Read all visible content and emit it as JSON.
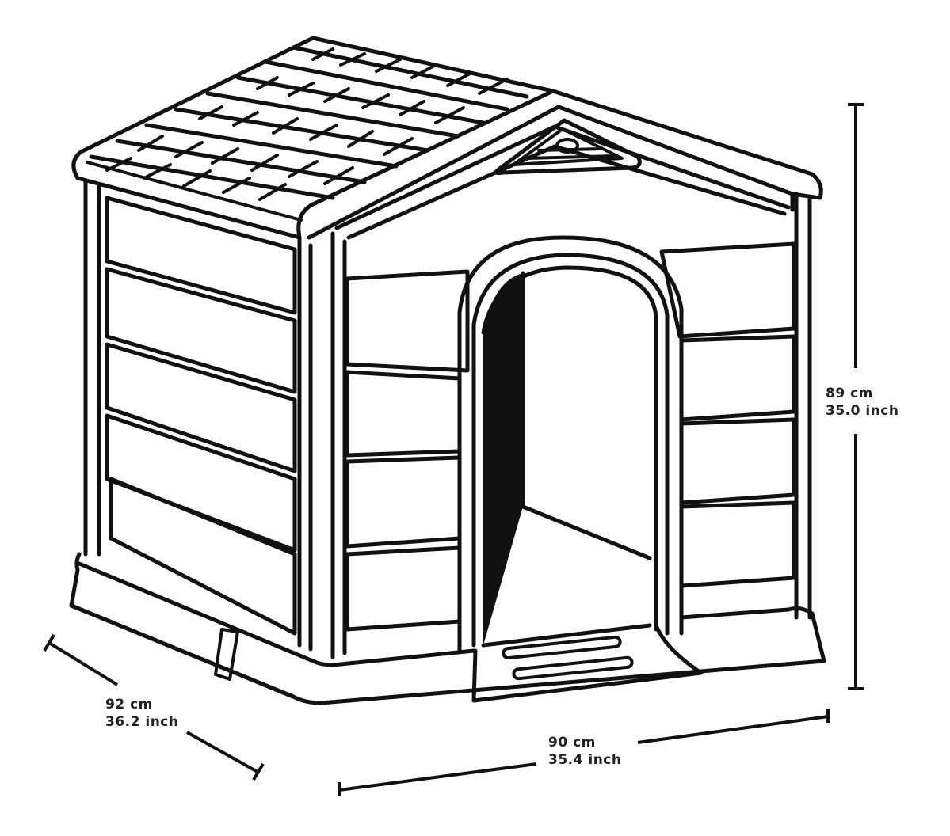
{
  "figure": {
    "subject": "plastic dog house line drawing",
    "line_color": "#111111",
    "background": "#ffffff"
  },
  "dimensions": {
    "height": {
      "metric": "89 cm",
      "imperial": "35.0 inch"
    },
    "depth": {
      "metric": "92 cm",
      "imperial": "36.2 inch"
    },
    "width": {
      "metric": "90 cm",
      "imperial": "35.4 inch"
    }
  }
}
